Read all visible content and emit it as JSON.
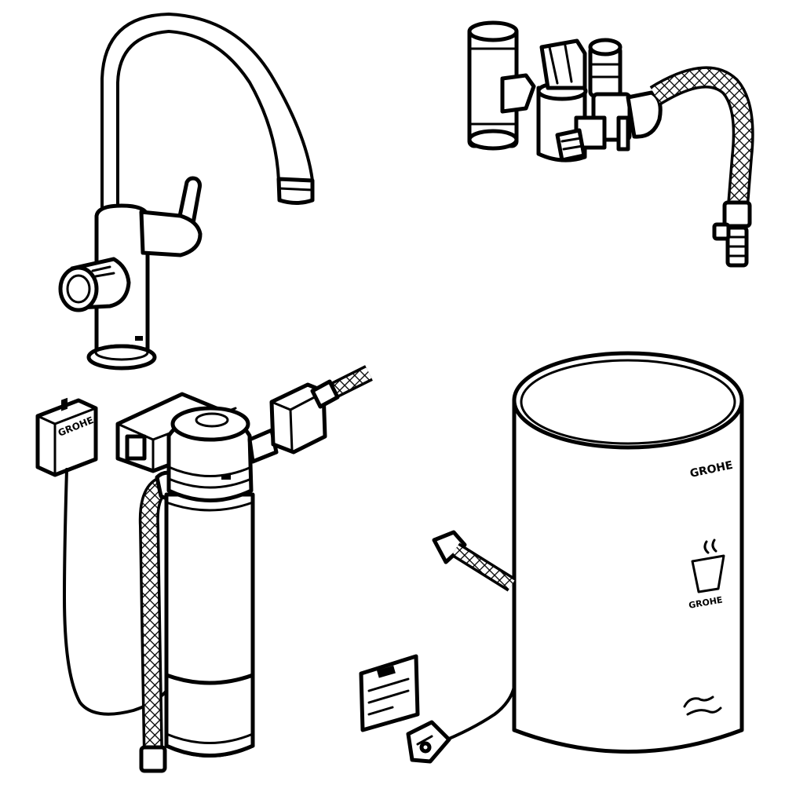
{
  "figure": {
    "brand_text": "GROHE",
    "colors": {
      "line": "#000000",
      "background": "#ffffff"
    },
    "components": [
      {
        "id": "faucet",
        "icon": "kitchen-faucet-icon"
      },
      {
        "id": "valve",
        "icon": "t-valve-connector-icon"
      },
      {
        "id": "hose",
        "icon": "braided-hose-icon"
      },
      {
        "id": "display",
        "icon": "control-display-icon"
      },
      {
        "id": "filter",
        "icon": "water-filter-icon"
      },
      {
        "id": "boiler",
        "icon": "boiler-tank-icon"
      },
      {
        "id": "plug",
        "icon": "power-plug-icon"
      },
      {
        "id": "label",
        "icon": "instruction-label-icon"
      }
    ]
  }
}
